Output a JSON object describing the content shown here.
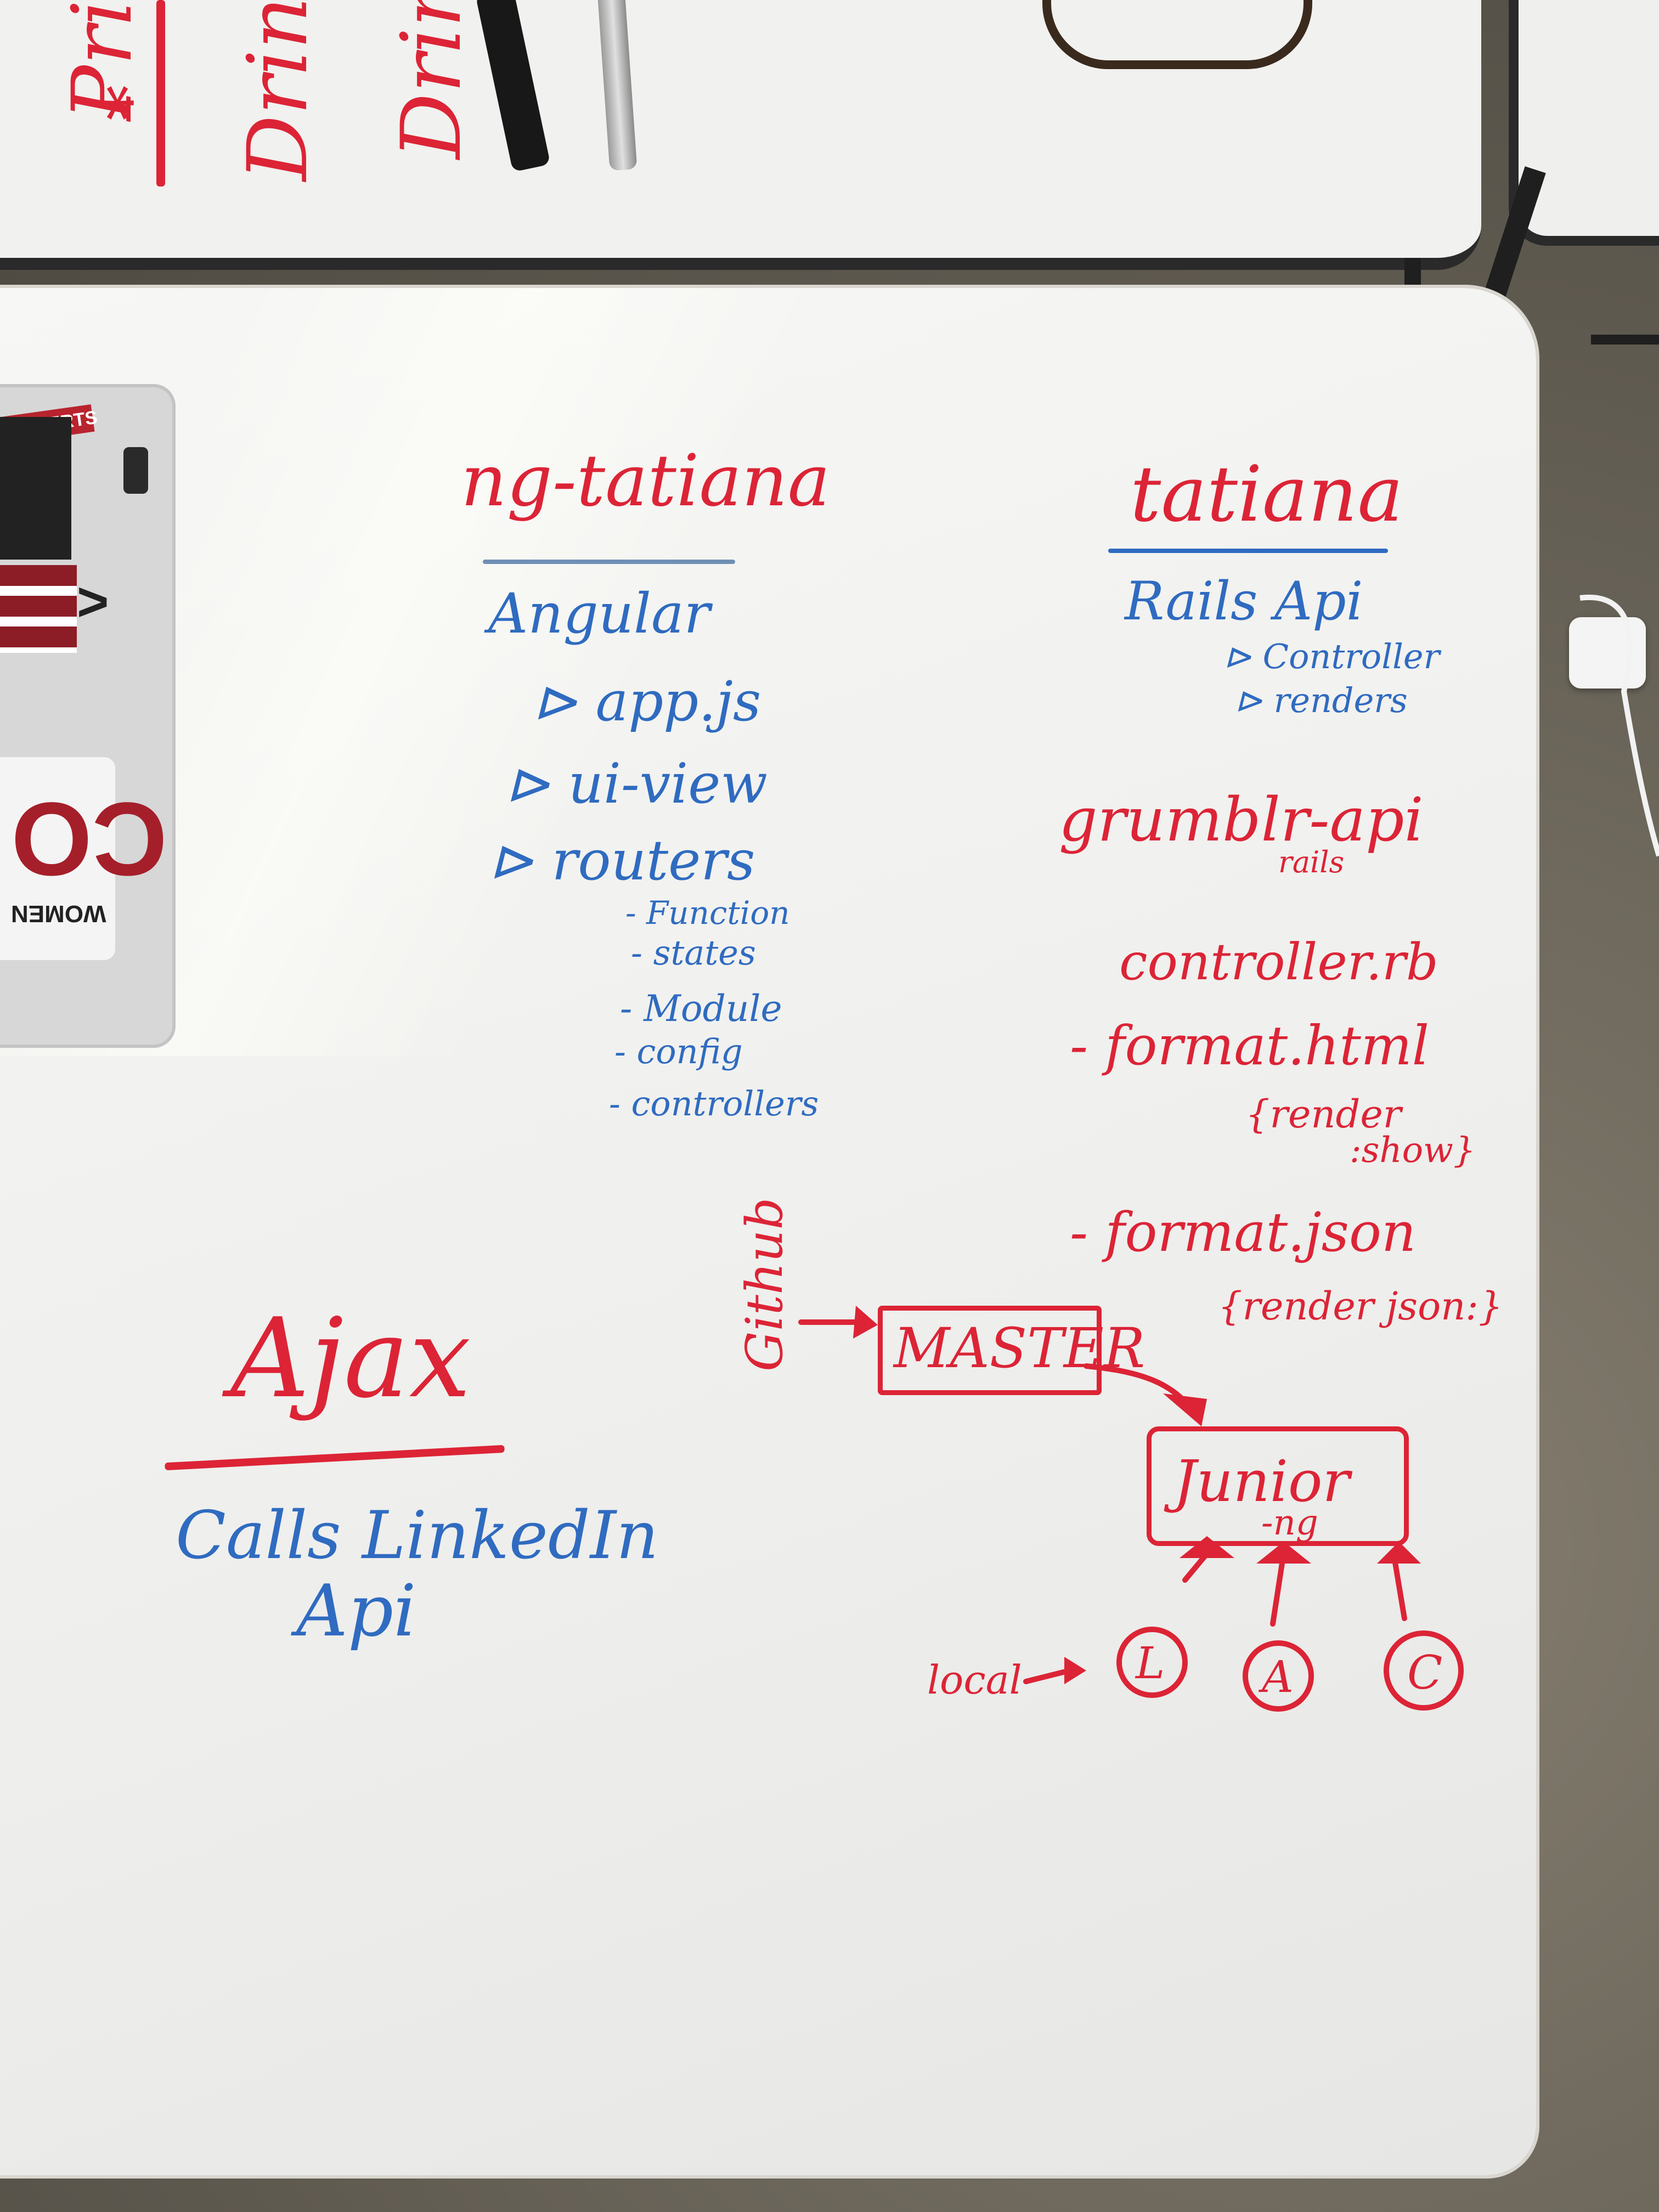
{
  "top_board": {
    "star": "*",
    "word_1": "Pri",
    "word_2": "Drink",
    "word_3": "Drink"
  },
  "laptop": {
    "sticker_top": "#YELPERTS",
    "sticker_brand": "CO",
    "sticker_sub": "WOMEN",
    "sticker_chevron": ">"
  },
  "left_column": {
    "title": "ng-tatiana",
    "items": [
      "Angular",
      "⊳ app.js",
      "⊳ ui-view",
      "⊳ routers"
    ],
    "sub_items": [
      "- Function",
      "- states",
      "- Module",
      "- config",
      "- controllers"
    ]
  },
  "right_column": {
    "title": "tatiana",
    "rails_api": "Rails Api",
    "rails_sub": [
      "⊳ Controller",
      "⊳ renders"
    ],
    "grumblr": "grumblr-api",
    "grumblr_sub": "rails",
    "controller": "controller.rb",
    "format_html": "- format.html",
    "render_show_1": "{render",
    "render_show_2": ":show}",
    "format_json": "- format.json",
    "render_json": "{render json:}"
  },
  "ajax": {
    "title": "Ajax",
    "line_1": "Calls LinkedIn",
    "line_2": "Api"
  },
  "diagram": {
    "github": "Github",
    "master": "MASTER",
    "junior": "Junior",
    "junior_sub": "-ng",
    "local": "local",
    "nodes": [
      "L",
      "A",
      "C"
    ]
  }
}
